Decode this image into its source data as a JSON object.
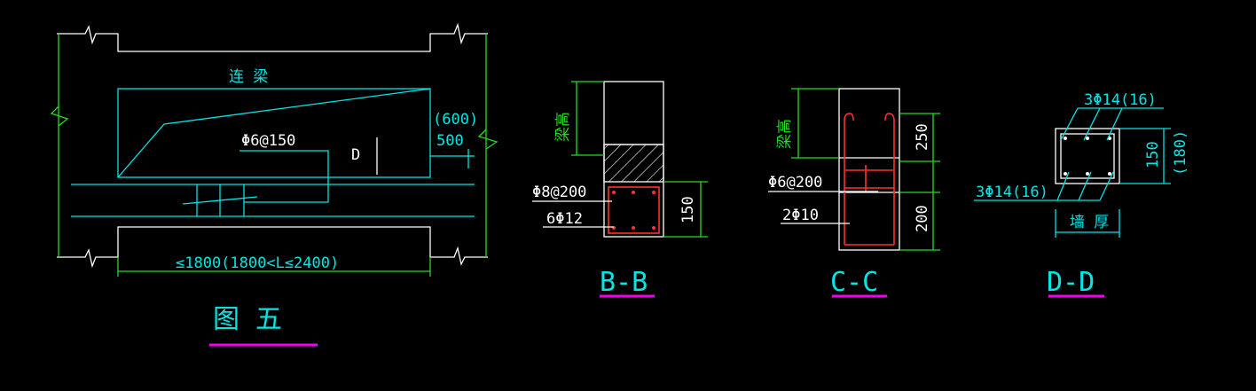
{
  "figure5": {
    "beam_label": "连 梁",
    "stirrup": "Φ6@150",
    "marker": "D",
    "dim_600": "(600)",
    "dim_500": "500",
    "length_dim": "≤1800(1800<L≤2400)",
    "title": "图  五"
  },
  "section_bb": {
    "beam_height": "梁高",
    "stirrup": "Φ8@200",
    "bars": "6Φ12",
    "dim_150": "150",
    "title": "B-B"
  },
  "section_cc": {
    "beam_height": "梁高",
    "stirrup": "Φ6@200",
    "bars": "2Φ10",
    "dim_250": "250",
    "dim_200": "200",
    "title": "C-C"
  },
  "section_dd": {
    "top_bars": "3Φ14(16)",
    "bottom_bars": "3Φ14(16)",
    "dim_150": "150",
    "dim_180": "(180)",
    "wall_thickness": "墙 厚",
    "title": "D-D"
  },
  "colors": {
    "background": "#000000",
    "cyan": "#00e5e5",
    "white": "#ffffff",
    "green": "#22dd22",
    "red": "#ff3030",
    "magenta": "#ee00ee"
  }
}
